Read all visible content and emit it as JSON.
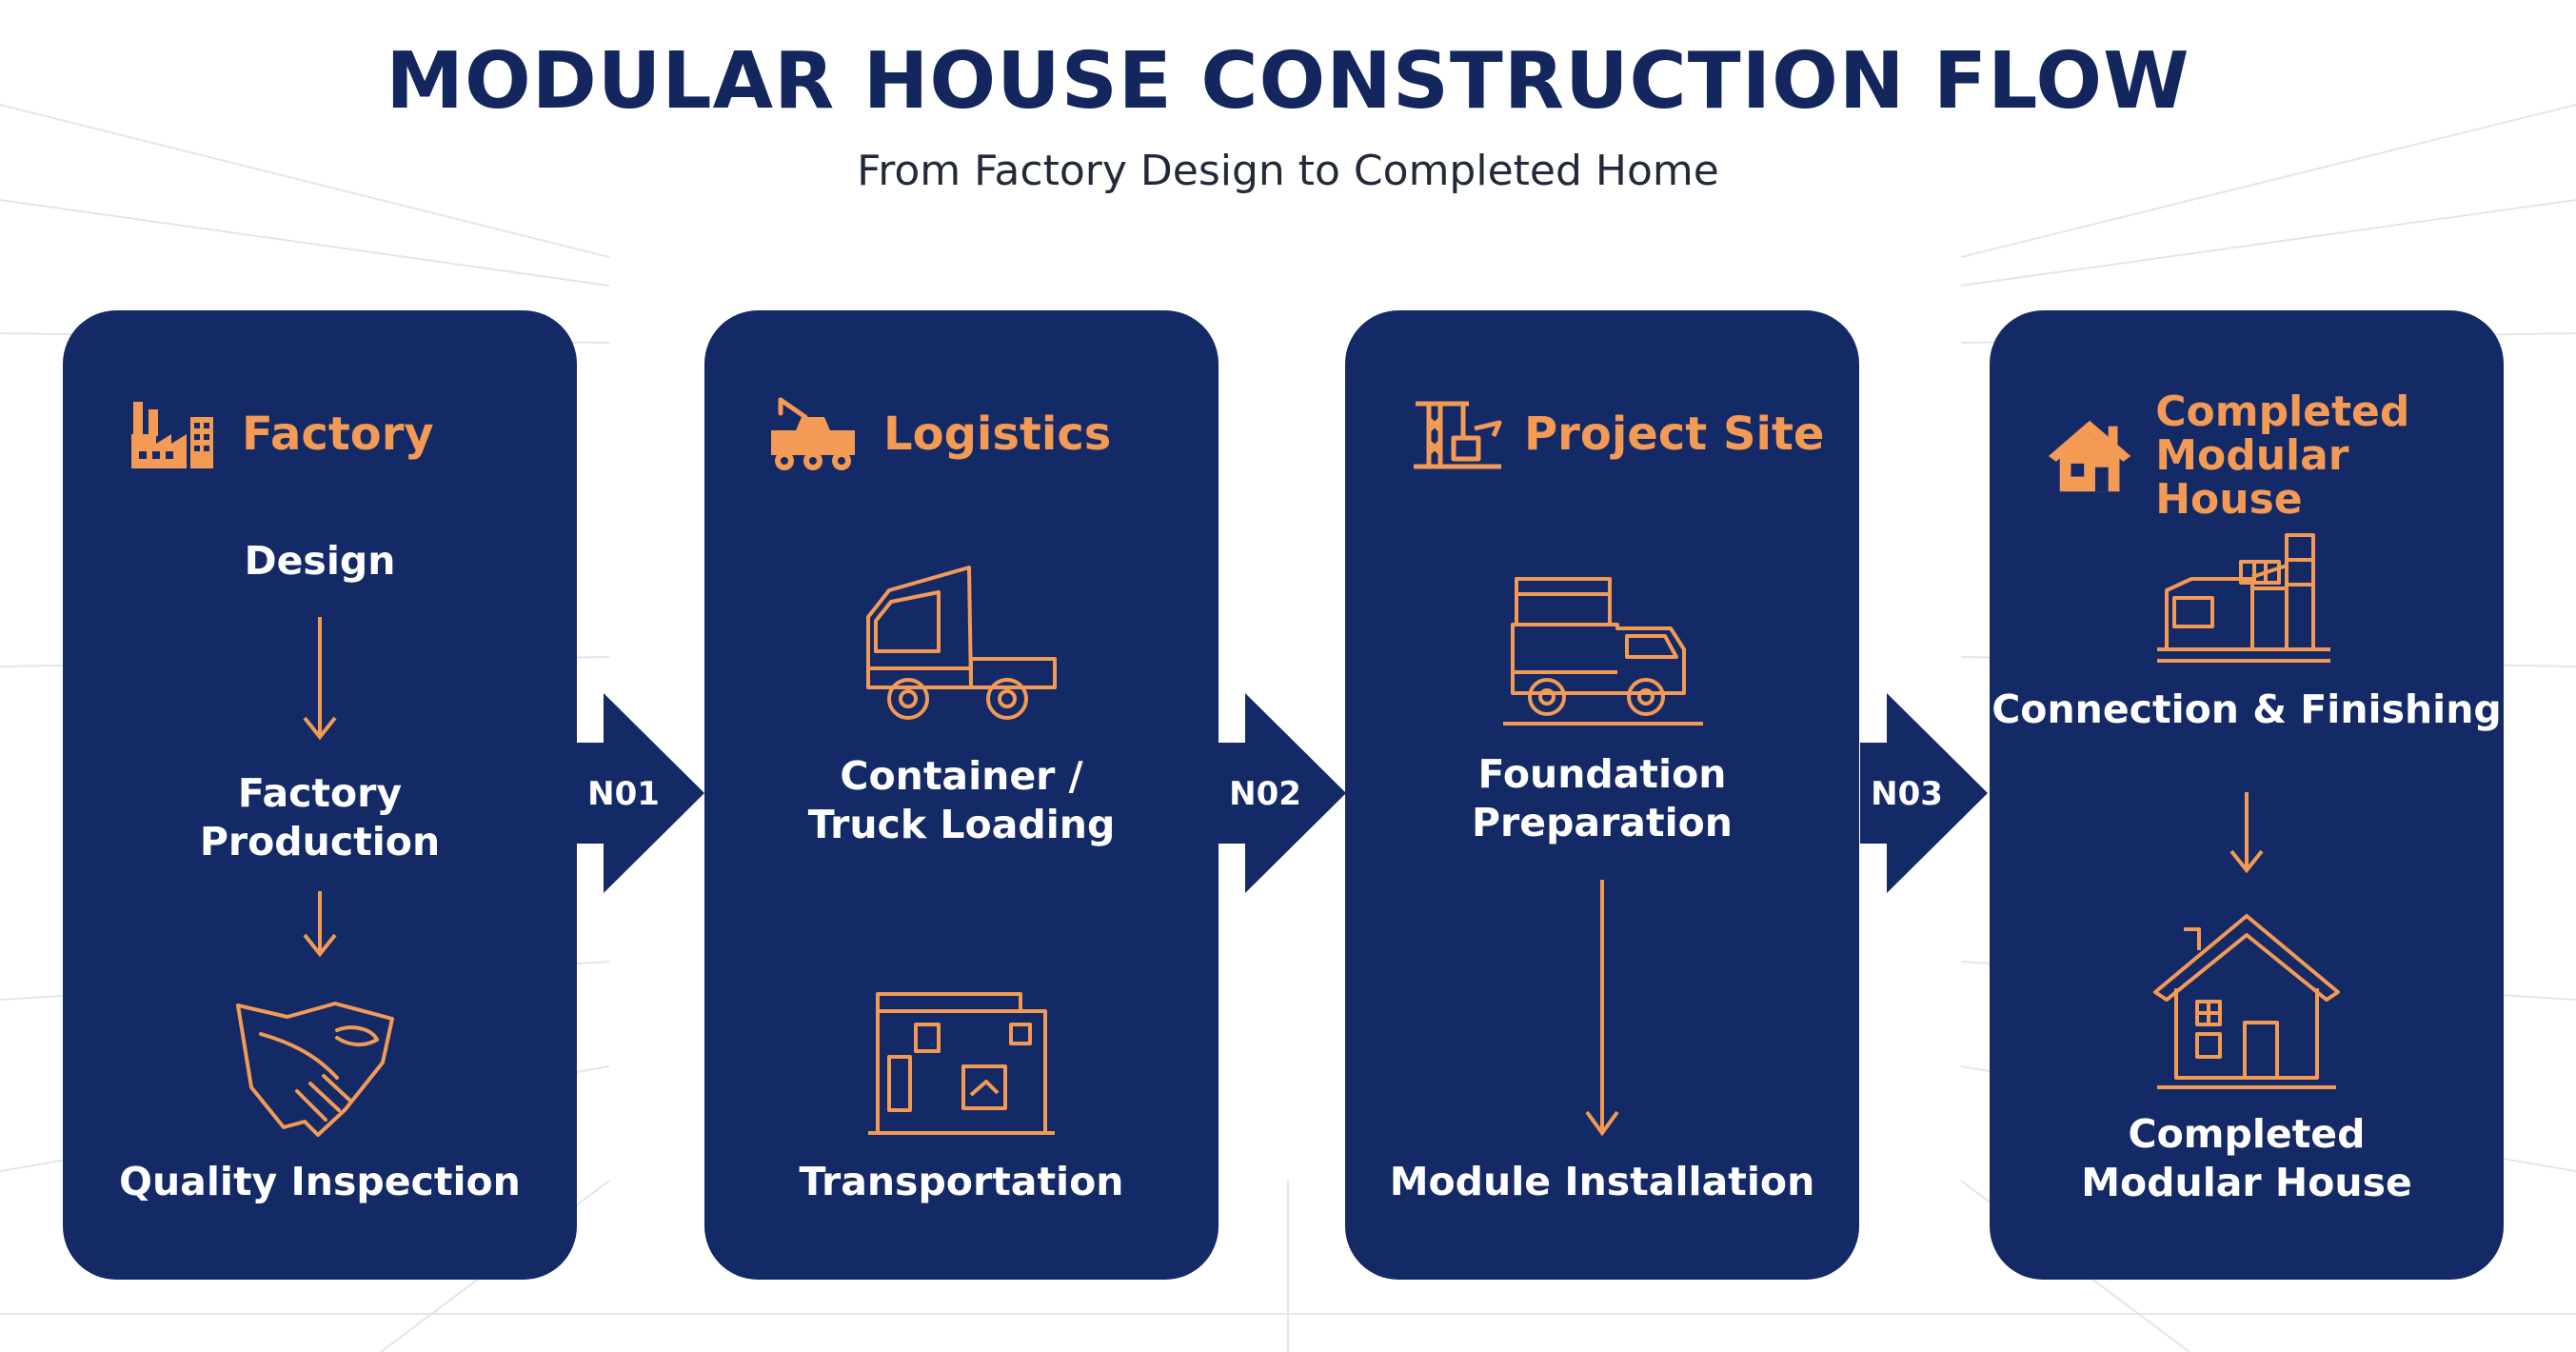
{
  "title": "MODULAR HOUSE CONSTRUCTION FLOW",
  "subtitle": "From Factory Design to Completed Home",
  "colors": {
    "panel": "#142a66",
    "accent": "#f39a55",
    "text": "#ffffff",
    "title": "#13275e"
  },
  "stages": [
    {
      "heading": "Factory",
      "icon": "factory-icon",
      "steps": [
        "Design",
        "Factory Production",
        "Quality Inspection"
      ]
    },
    {
      "heading": "Logistics",
      "icon": "truck-crane-icon",
      "steps": [
        "Container / Truck Loading",
        "Transportation"
      ]
    },
    {
      "heading": "Project Site",
      "icon": "crane-icon",
      "steps": [
        "Foundation Preparation",
        "Module Installation"
      ]
    },
    {
      "heading_line1": "Completed",
      "heading_line2": "Modular House",
      "icon": "house-icon",
      "steps": [
        "Connection & Finishing",
        "Completed Modular House"
      ]
    }
  ],
  "connectors": [
    "N01",
    "N02",
    "N03"
  ]
}
